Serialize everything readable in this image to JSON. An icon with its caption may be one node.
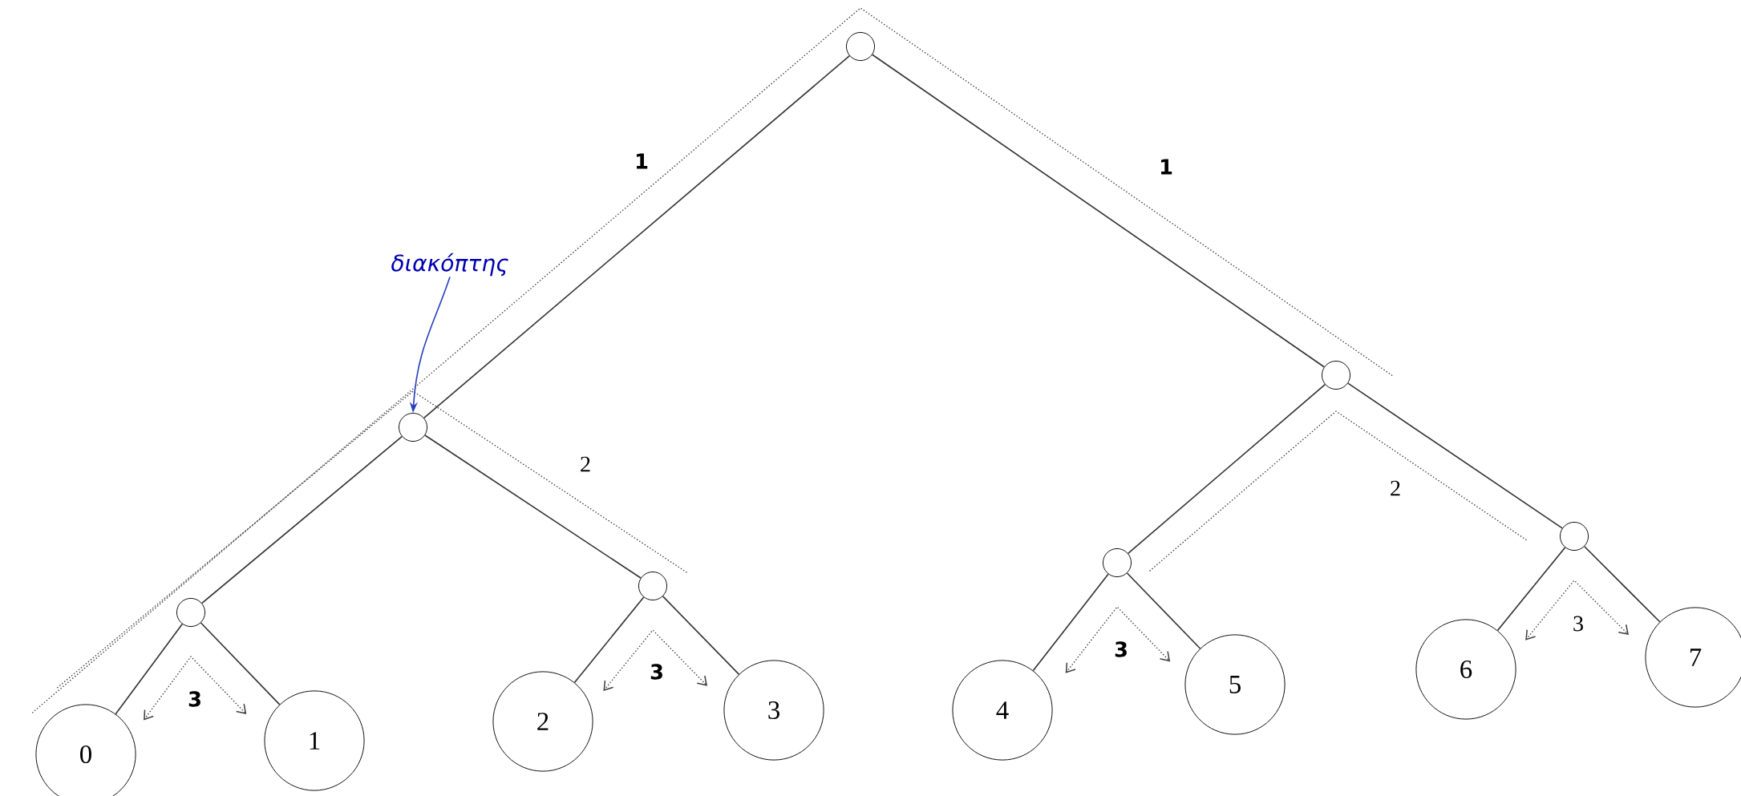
{
  "diagram": {
    "nodes": [
      {
        "text": [],
        "shape": "circle"
      },
      {
        "text": [],
        "shape": "circle"
      },
      {
        "text": [],
        "shape": "circle"
      },
      {
        "text": [],
        "shape": "circle"
      },
      {
        "text": [],
        "shape": "circle"
      },
      {
        "text": [],
        "shape": "circle"
      },
      {
        "text": [],
        "shape": "circle"
      },
      {
        "text": [
          "0"
        ]
      },
      {
        "text": [
          "1"
        ]
      },
      {
        "text": [
          "2"
        ]
      },
      {
        "text": [
          "3"
        ]
      },
      {
        "text": [
          "4"
        ]
      },
      {
        "text": [
          "5"
        ]
      },
      {
        "text": [
          "6"
        ]
      },
      {
        "text": [
          "7"
        ]
      },
      {
        "text": [
          "διακόπτης"
        ]
      }
    ],
    "edges": [
      {
        "from": 0,
        "to": 1,
        "arrow": "none"
      },
      {
        "from": 0,
        "to": 2,
        "arrow": "none"
      },
      {
        "from": 1,
        "to": 3,
        "arrow": "none"
      },
      {
        "from": 1,
        "to": 4,
        "arrow": "none"
      },
      {
        "from": 2,
        "to": 5,
        "arrow": "none"
      },
      {
        "from": 2,
        "to": 6,
        "arrow": "none"
      },
      {
        "from": 3,
        "to": 7,
        "arrow": "none"
      },
      {
        "from": 3,
        "to": 8,
        "arrow": "none"
      },
      {
        "from": 4,
        "to": 9,
        "arrow": "none"
      },
      {
        "from": 4,
        "to": 10,
        "arrow": "none"
      },
      {
        "from": 5,
        "to": 11,
        "arrow": "none"
      },
      {
        "from": 5,
        "to": 12,
        "arrow": "none"
      },
      {
        "from": 6,
        "to": 13,
        "arrow": "none"
      },
      {
        "from": 6,
        "to": 14,
        "arrow": "none"
      },
      {
        "from": 15,
        "to": 1,
        "arrow": "to",
        "color": "#2a3fc0"
      }
    ],
    "labels": [
      "1",
      "1",
      "2",
      "2",
      "3",
      "3",
      "3",
      "3"
    ]
  }
}
